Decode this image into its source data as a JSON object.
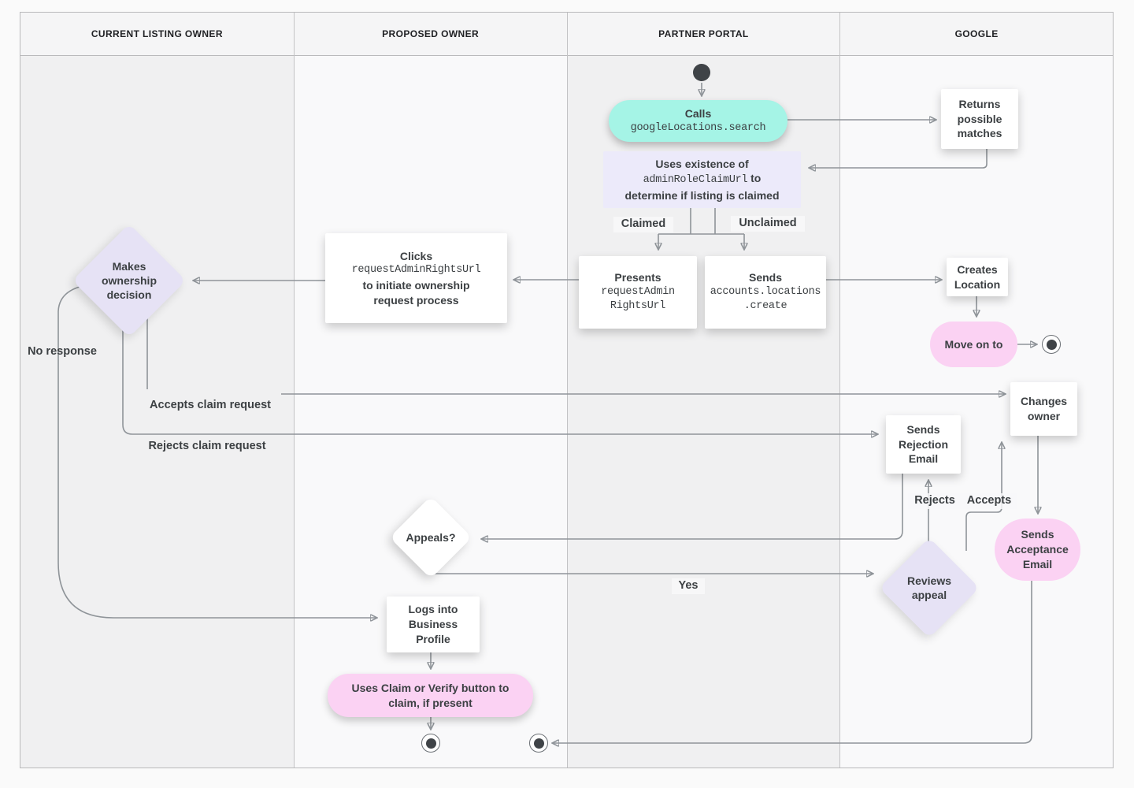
{
  "diagram": {
    "lanes": [
      {
        "title": "CURRENT LISTING OWNER"
      },
      {
        "title": "PROPOSED OWNER"
      },
      {
        "title": "PARTNER PORTAL"
      },
      {
        "title": "GOOGLE"
      }
    ],
    "nodes": {
      "calls": {
        "line1": "Calls",
        "code": "googleLocations.search"
      },
      "returns_matches": {
        "text": "Returns possible matches"
      },
      "uses_existence": {
        "line1": "Uses existence of",
        "code": "adminRoleClaimUrl",
        "line2_suffix": "to",
        "line3": "determine if listing is claimed"
      },
      "presents": {
        "line1": "Presents",
        "code1": "requestAdmin",
        "code2": "RightsUrl"
      },
      "sends_create": {
        "line1": "Sends",
        "code1": "accounts.locations",
        "code2": ".create"
      },
      "clicks": {
        "line1": "Clicks",
        "code": "requestAdminRightsUrl",
        "line2": "to initiate ownership",
        "line3": "request process"
      },
      "makes_decision": {
        "text": "Makes ownership decision"
      },
      "creates_location": {
        "text": "Creates Location"
      },
      "move_on": {
        "text": "Move on to"
      },
      "changes_owner": {
        "text": "Changes owner"
      },
      "sends_rejection": {
        "text": "Sends Rejection Email"
      },
      "sends_acceptance": {
        "text": "Sends Acceptance Email"
      },
      "appeals": {
        "text": "Appeals?"
      },
      "reviews_appeal": {
        "text": "Reviews appeal"
      },
      "logs_in": {
        "text": "Logs into Business Profile"
      },
      "claim_verify": {
        "text": "Uses Claim or Verify button to claim, if present"
      }
    },
    "edge_labels": {
      "claimed": "Claimed",
      "unclaimed": "Unclaimed",
      "no_response": "No response",
      "accepts_claim": "Accepts claim request",
      "rejects_claim": "Rejects claim request",
      "rejects": "Rejects",
      "accepts": "Accepts",
      "yes": "Yes"
    },
    "colors": {
      "teal_action": "#a5f4e6",
      "lavender_box": "#eceafa",
      "lavender_diamond": "#e6e2f5",
      "pink_action": "#fbd2f3",
      "terminal_dark": "#3f4347",
      "connector_gray": "#8f9499"
    }
  }
}
